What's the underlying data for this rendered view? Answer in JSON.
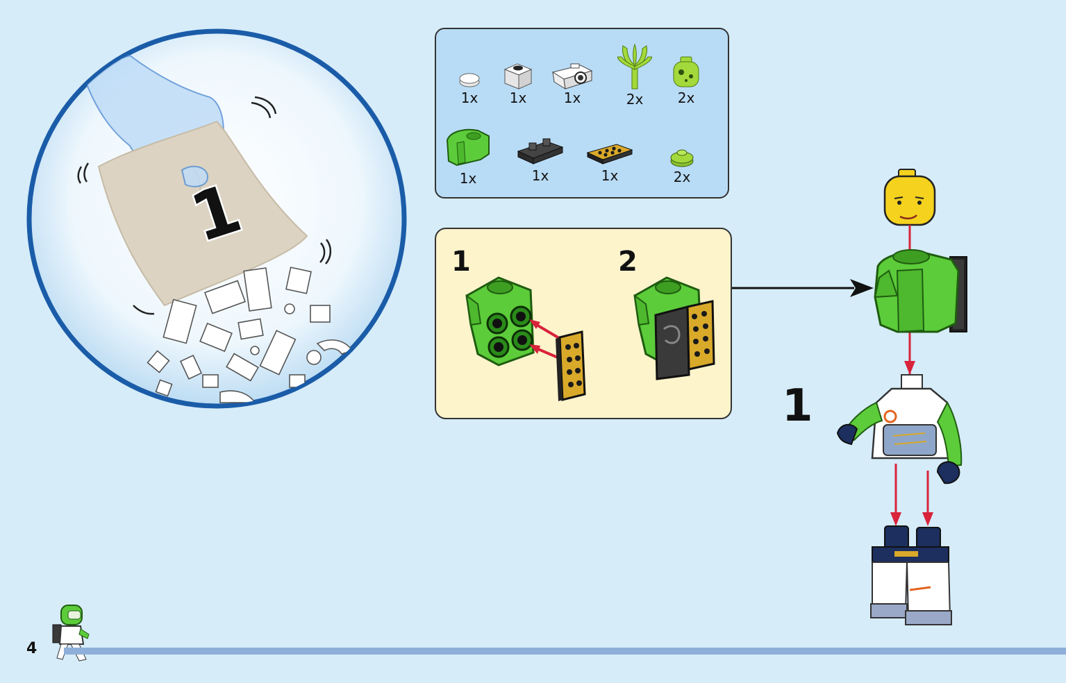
{
  "bag": {
    "number": "1"
  },
  "parts": [
    {
      "icon": "round-tile-white-icon",
      "qty": "1x"
    },
    {
      "icon": "brick-1x1-white-icon",
      "qty": "1x"
    },
    {
      "icon": "camera-white-icon",
      "qty": "1x"
    },
    {
      "icon": "plant-frond-lime-icon",
      "qty": "2x"
    },
    {
      "icon": "minifig-head-lime-icon",
      "qty": "2x"
    },
    {
      "icon": "armor-bright-green-icon",
      "qty": "1x"
    },
    {
      "icon": "plate-clip-black-icon",
      "qty": "1x"
    },
    {
      "icon": "printed-tile-gold-icon",
      "qty": "1x"
    },
    {
      "icon": "round-plate-lime-icon",
      "qty": "2x"
    }
  ],
  "sub_steps": [
    {
      "number": "1"
    },
    {
      "number": "2"
    }
  ],
  "step": {
    "number": "1"
  },
  "page": {
    "number": "4"
  },
  "colors": {
    "background": "#d6ecf9",
    "parts_box": "#b9dcf6",
    "substep_box": "#fdf4cc",
    "bright_green": "#5ccc3a",
    "lime": "#a3d93a",
    "arrow_red": "#d8233b",
    "ring_blue": "#1a5ca8",
    "bar": "#8eafd9"
  }
}
